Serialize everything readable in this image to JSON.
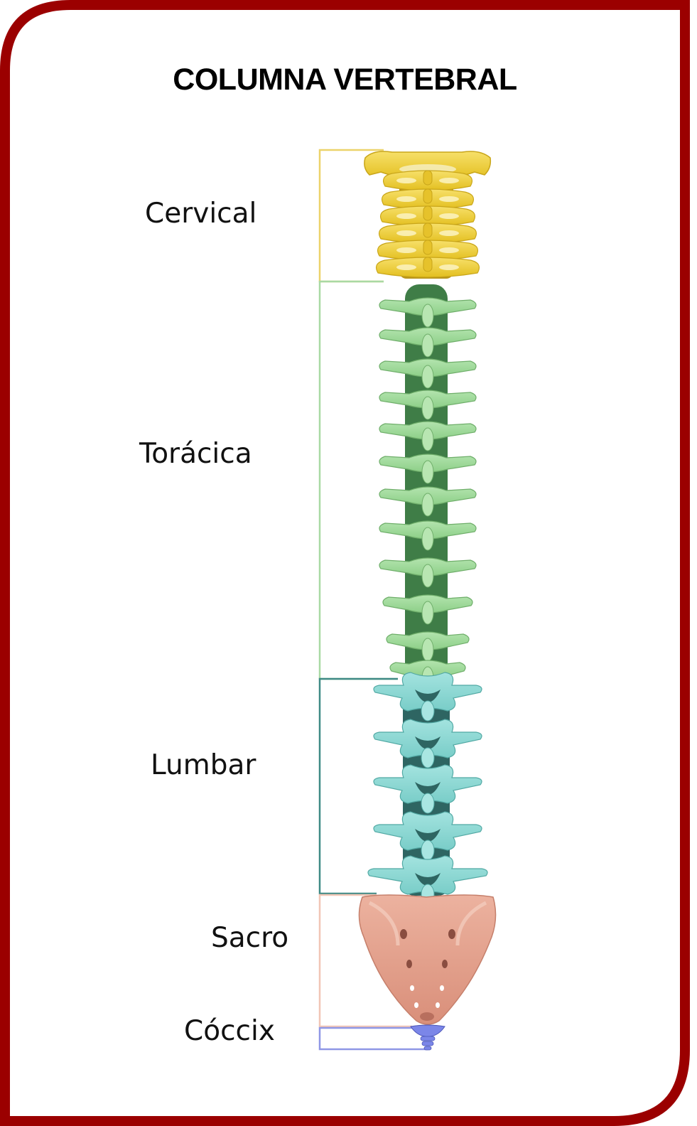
{
  "title": "COLUMNA VERTEBRAL",
  "regions": [
    {
      "key": "cervical",
      "label": "Cervical",
      "color": "#f2d34a",
      "shade": "#c9a61a",
      "bracket": "#ecd36a"
    },
    {
      "key": "toracica",
      "label": "Torácica",
      "color": "#9fd89a",
      "shade": "#5f9d5c",
      "bracket": "#a9d9a4"
    },
    {
      "key": "lumbar",
      "label": "Lumbar",
      "color": "#8ed8d4",
      "shade": "#2f6f6b",
      "bracket": "#3f8a86"
    },
    {
      "key": "sacro",
      "label": "Sacro",
      "color": "#e6a590",
      "shade": "#a06050",
      "bracket": "#f1c6b6"
    },
    {
      "key": "coccix",
      "label": "Cóccix",
      "color": "#7b86e8",
      "shade": "#4b55b8",
      "bracket": "#8f97e6"
    }
  ],
  "frame_color": "#9b0000"
}
